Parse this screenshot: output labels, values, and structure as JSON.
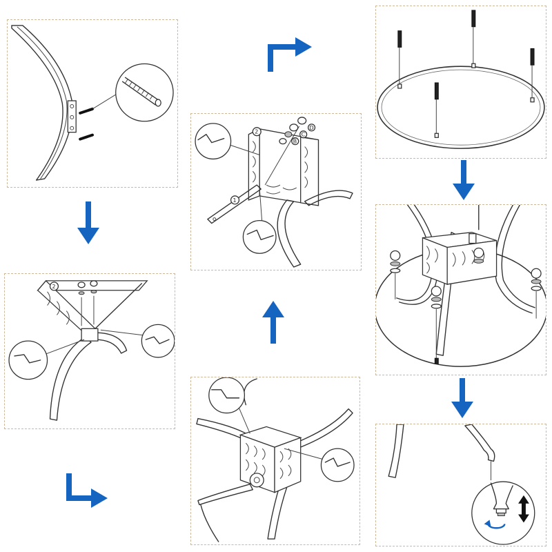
{
  "steps": [
    {
      "id": 1,
      "parts": [
        "leg",
        "bolts"
      ]
    },
    {
      "id": 2,
      "label": "2"
    },
    {
      "id": 3,
      "labels": [
        "2",
        "1",
        "D",
        "C",
        "B"
      ]
    },
    {
      "id": 4
    },
    {
      "id": 5
    },
    {
      "id": 6
    },
    {
      "id": 7
    },
    {
      "id": 8
    }
  ],
  "callouts": {
    "step3_frame": "2",
    "step3_brace": "1",
    "step3_washer_d": "D",
    "step3_washer_c": "C",
    "step3_washer_b": "B"
  },
  "colors": {
    "arrow": "#1565c0",
    "panel_border": "#cdb99a",
    "line": "#333333"
  },
  "icons": [
    "arrow-down-icon",
    "arrow-right-turn-icon",
    "arrow-up-icon",
    "rotate-icon",
    "vertical-double-arrow-icon"
  ]
}
